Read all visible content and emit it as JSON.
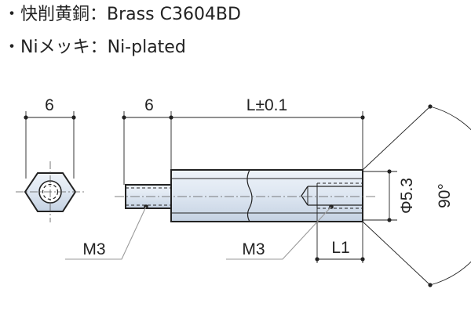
{
  "specs": [
    {
      "bullet": "・",
      "label": "快削黄銅",
      "sep": "：",
      "value": "Brass C3604BD"
    },
    {
      "bullet": "・",
      "label": "Niメッキ",
      "sep": "：",
      "value": "Ni-plated"
    }
  ],
  "dimensions": {
    "hex_width": "6",
    "male_length": "6",
    "body_length": "L±0.1",
    "diameter": "Φ5.3",
    "angle": "90°",
    "male_thread": "M3",
    "female_thread": "M3",
    "thread_depth": "L1"
  },
  "colors": {
    "body_fill": "#dde6f1",
    "body_shade": "#c4d1e2",
    "line": "#222222",
    "leader": "#9a9a9a"
  }
}
